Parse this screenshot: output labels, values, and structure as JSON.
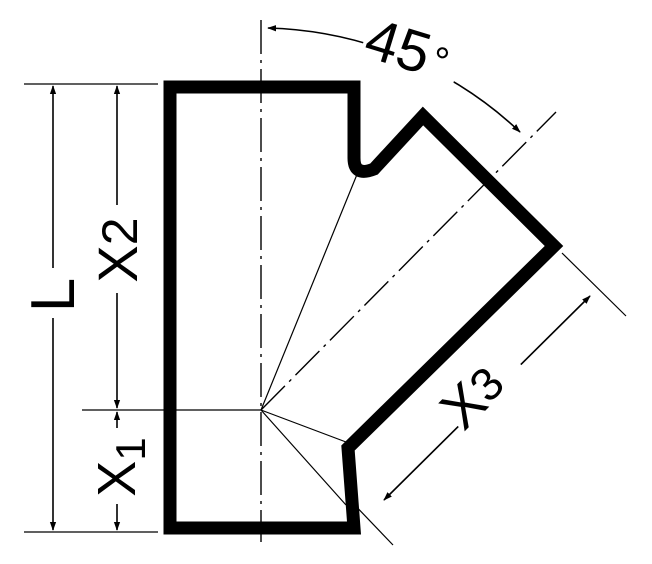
{
  "labels": {
    "length": "L",
    "x1": "X",
    "x1_sub": "1",
    "x2": "X",
    "x2_sub": "2",
    "x3": "X",
    "x3_sub": "3",
    "angle": "45",
    "degree": "°"
  },
  "colors": {
    "stroke": "#000000",
    "background": "#ffffff"
  }
}
